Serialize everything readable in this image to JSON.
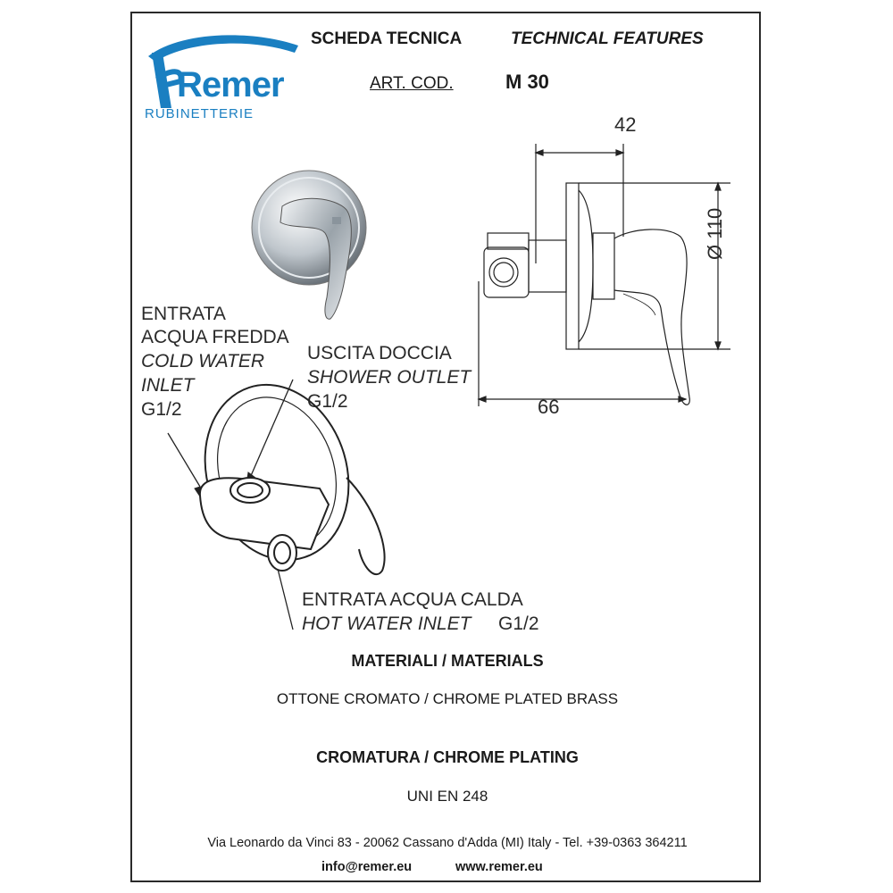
{
  "brand": {
    "logo_text": "Remer",
    "tagline": "RUBINETTERIE",
    "logo_color": "#1a7fc1"
  },
  "header": {
    "title_it": "SCHEDA TECNICA",
    "title_en": "TECHNICAL FEATURES",
    "art_label": "ART. COD.",
    "art_code": "M 30"
  },
  "dimensions": {
    "depth": "42",
    "diameter": "Ø 110",
    "length": "66"
  },
  "labels": {
    "cold_it_1": "ENTRATA",
    "cold_it_2": "ACQUA FREDDA",
    "cold_en_1": "COLD WATER",
    "cold_en_2": "INLET",
    "cold_size": "G1/2",
    "shower_it": "USCITA DOCCIA",
    "shower_en": "SHOWER OUTLET",
    "shower_size": "G1/2",
    "hot_it": "ENTRATA ACQUA CALDA",
    "hot_en": "HOT WATER INLET",
    "hot_size": "G1/2"
  },
  "materials": {
    "title": "MATERIALI / MATERIALS",
    "value": "OTTONE CROMATO / CHROME PLATED BRASS"
  },
  "plating": {
    "title": "CROMATURA / CHROME PLATING",
    "value": "UNI EN 248"
  },
  "footer": {
    "address": "Via Leonardo da Vinci 83 - 20062 Cassano d'Adda (MI) Italy - Tel. +39-0363 364211",
    "email": "info@remer.eu",
    "website": "www.remer.eu"
  }
}
